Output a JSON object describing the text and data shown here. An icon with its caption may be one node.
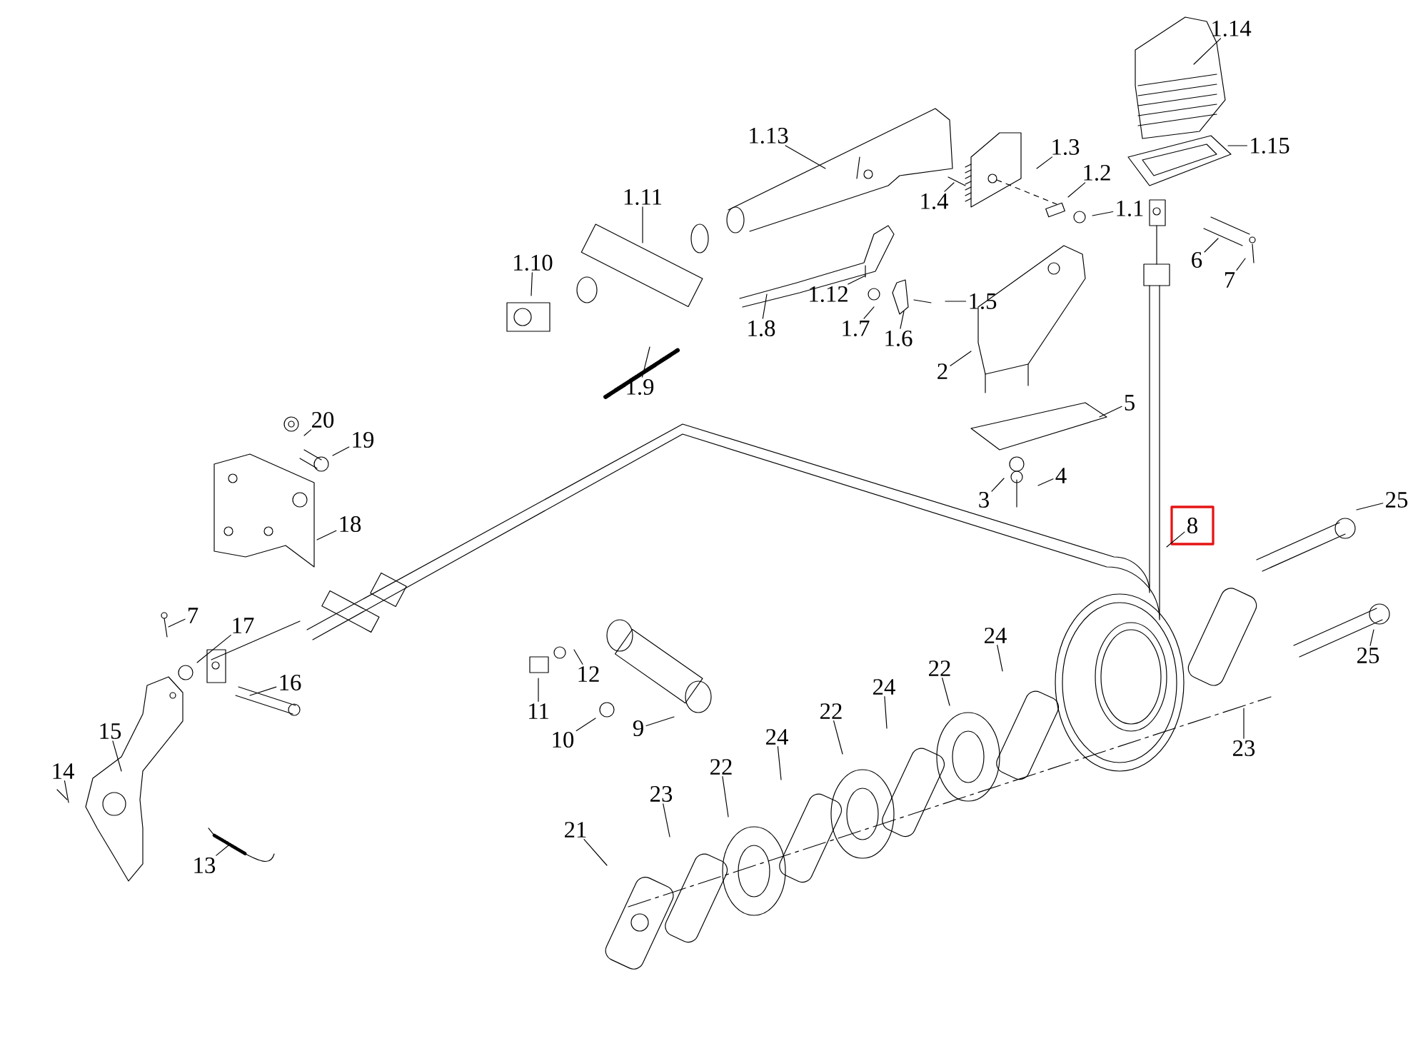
{
  "diagram": {
    "nodes": [
      {
        "text": [
          "1.14"
        ]
      },
      {
        "text": [
          "1.13"
        ]
      },
      {
        "text": [
          "1.3"
        ]
      },
      {
        "text": [
          "1.15"
        ]
      },
      {
        "text": [
          "1.2"
        ]
      },
      {
        "text": [
          "1.11"
        ]
      },
      {
        "text": [
          "1.4"
        ]
      },
      {
        "text": [
          "1.1"
        ]
      },
      {
        "text": [
          "1.10"
        ]
      },
      {
        "text": [
          "6"
        ]
      },
      {
        "text": [
          "7"
        ]
      },
      {
        "text": [
          "1.5"
        ]
      },
      {
        "text": [
          "1.12"
        ]
      },
      {
        "text": [
          "1.7"
        ]
      },
      {
        "text": [
          "1.8"
        ]
      },
      {
        "text": [
          "1.6"
        ]
      },
      {
        "text": [
          "2"
        ]
      },
      {
        "text": [
          "1.9"
        ]
      },
      {
        "text": [
          "5"
        ]
      },
      {
        "text": [
          "20"
        ]
      },
      {
        "text": [
          "19"
        ]
      },
      {
        "text": [
          "4"
        ]
      },
      {
        "text": [
          "3"
        ]
      },
      {
        "text": [
          "25"
        ]
      },
      {
        "text": [],
        "shape": "box"
      },
      {
        "text": [
          "8"
        ],
        "in": 24
      },
      {
        "text": [
          "18"
        ]
      },
      {
        "text": [
          "7"
        ]
      },
      {
        "text": [
          "17"
        ]
      },
      {
        "text": [
          "24"
        ]
      },
      {
        "text": [
          "25"
        ]
      },
      {
        "text": [
          "11"
        ]
      },
      {
        "text": [
          "12"
        ]
      },
      {
        "text": [
          "16"
        ]
      },
      {
        "text": [
          "22"
        ]
      },
      {
        "text": [
          "24"
        ]
      },
      {
        "text": [
          "10"
        ]
      },
      {
        "text": [
          "9"
        ]
      },
      {
        "text": [
          "22"
        ]
      },
      {
        "text": [
          "15"
        ]
      },
      {
        "text": [
          "24"
        ]
      },
      {
        "text": [
          "23"
        ]
      },
      {
        "text": [
          "22"
        ]
      },
      {
        "text": [
          "14"
        ]
      },
      {
        "text": [
          "23"
        ]
      },
      {
        "text": [
          "21"
        ]
      },
      {
        "text": [
          "13"
        ]
      }
    ],
    "edges": [
      {
        "from": 0,
        "to": null,
        "arrow": "none"
      },
      {
        "from": 1,
        "to": null,
        "arrow": "none"
      },
      {
        "from": 2,
        "to": null,
        "arrow": "none"
      },
      {
        "from": 3,
        "to": null,
        "arrow": "none"
      },
      {
        "from": 4,
        "to": null,
        "arrow": "none"
      },
      {
        "from": 5,
        "to": null,
        "arrow": "none"
      },
      {
        "from": 6,
        "to": null,
        "arrow": "none"
      },
      {
        "from": 7,
        "to": null,
        "arrow": "none"
      },
      {
        "from": 8,
        "to": null,
        "arrow": "none"
      },
      {
        "from": 9,
        "to": null,
        "arrow": "none"
      },
      {
        "from": 10,
        "to": null,
        "arrow": "none"
      },
      {
        "from": 11,
        "to": null,
        "arrow": "none"
      },
      {
        "from": 12,
        "to": null,
        "arrow": "none"
      },
      {
        "from": 13,
        "to": null,
        "arrow": "none"
      },
      {
        "from": 14,
        "to": null,
        "arrow": "none"
      },
      {
        "from": 15,
        "to": null,
        "arrow": "none"
      },
      {
        "from": 16,
        "to": null,
        "arrow": "none"
      },
      {
        "from": 17,
        "to": null,
        "arrow": "none"
      },
      {
        "from": 18,
        "to": null,
        "arrow": "none"
      },
      {
        "from": 19,
        "to": null,
        "arrow": "none"
      },
      {
        "from": 20,
        "to": null,
        "arrow": "none"
      },
      {
        "from": 21,
        "to": null,
        "arrow": "none"
      },
      {
        "from": 22,
        "to": null,
        "arrow": "none"
      },
      {
        "from": 23,
        "to": null,
        "arrow": "none"
      },
      {
        "from": 25,
        "to": null,
        "arrow": "none"
      },
      {
        "from": 26,
        "to": null,
        "arrow": "none"
      },
      {
        "from": 27,
        "to": null,
        "arrow": "none"
      },
      {
        "from": 28,
        "to": null,
        "arrow": "none"
      },
      {
        "from": 29,
        "to": null,
        "arrow": "none"
      },
      {
        "from": 30,
        "to": null,
        "arrow": "none"
      },
      {
        "from": 31,
        "to": null,
        "arrow": "none"
      },
      {
        "from": 32,
        "to": null,
        "arrow": "none"
      },
      {
        "from": 33,
        "to": null,
        "arrow": "none"
      },
      {
        "from": 34,
        "to": null,
        "arrow": "none"
      },
      {
        "from": 35,
        "to": null,
        "arrow": "none"
      },
      {
        "from": 36,
        "to": null,
        "arrow": "none"
      },
      {
        "from": 37,
        "to": null,
        "arrow": "none"
      },
      {
        "from": 38,
        "to": null,
        "arrow": "none"
      },
      {
        "from": 39,
        "to": null,
        "arrow": "none"
      },
      {
        "from": 40,
        "to": null,
        "arrow": "none"
      },
      {
        "from": 41,
        "to": null,
        "arrow": "none"
      },
      {
        "from": 42,
        "to": null,
        "arrow": "none"
      },
      {
        "from": 43,
        "to": null,
        "arrow": "none"
      },
      {
        "from": 44,
        "to": null,
        "arrow": "none"
      },
      {
        "from": 45,
        "to": null,
        "arrow": "none"
      },
      {
        "from": 46,
        "to": null,
        "arrow": "none"
      }
    ]
  }
}
